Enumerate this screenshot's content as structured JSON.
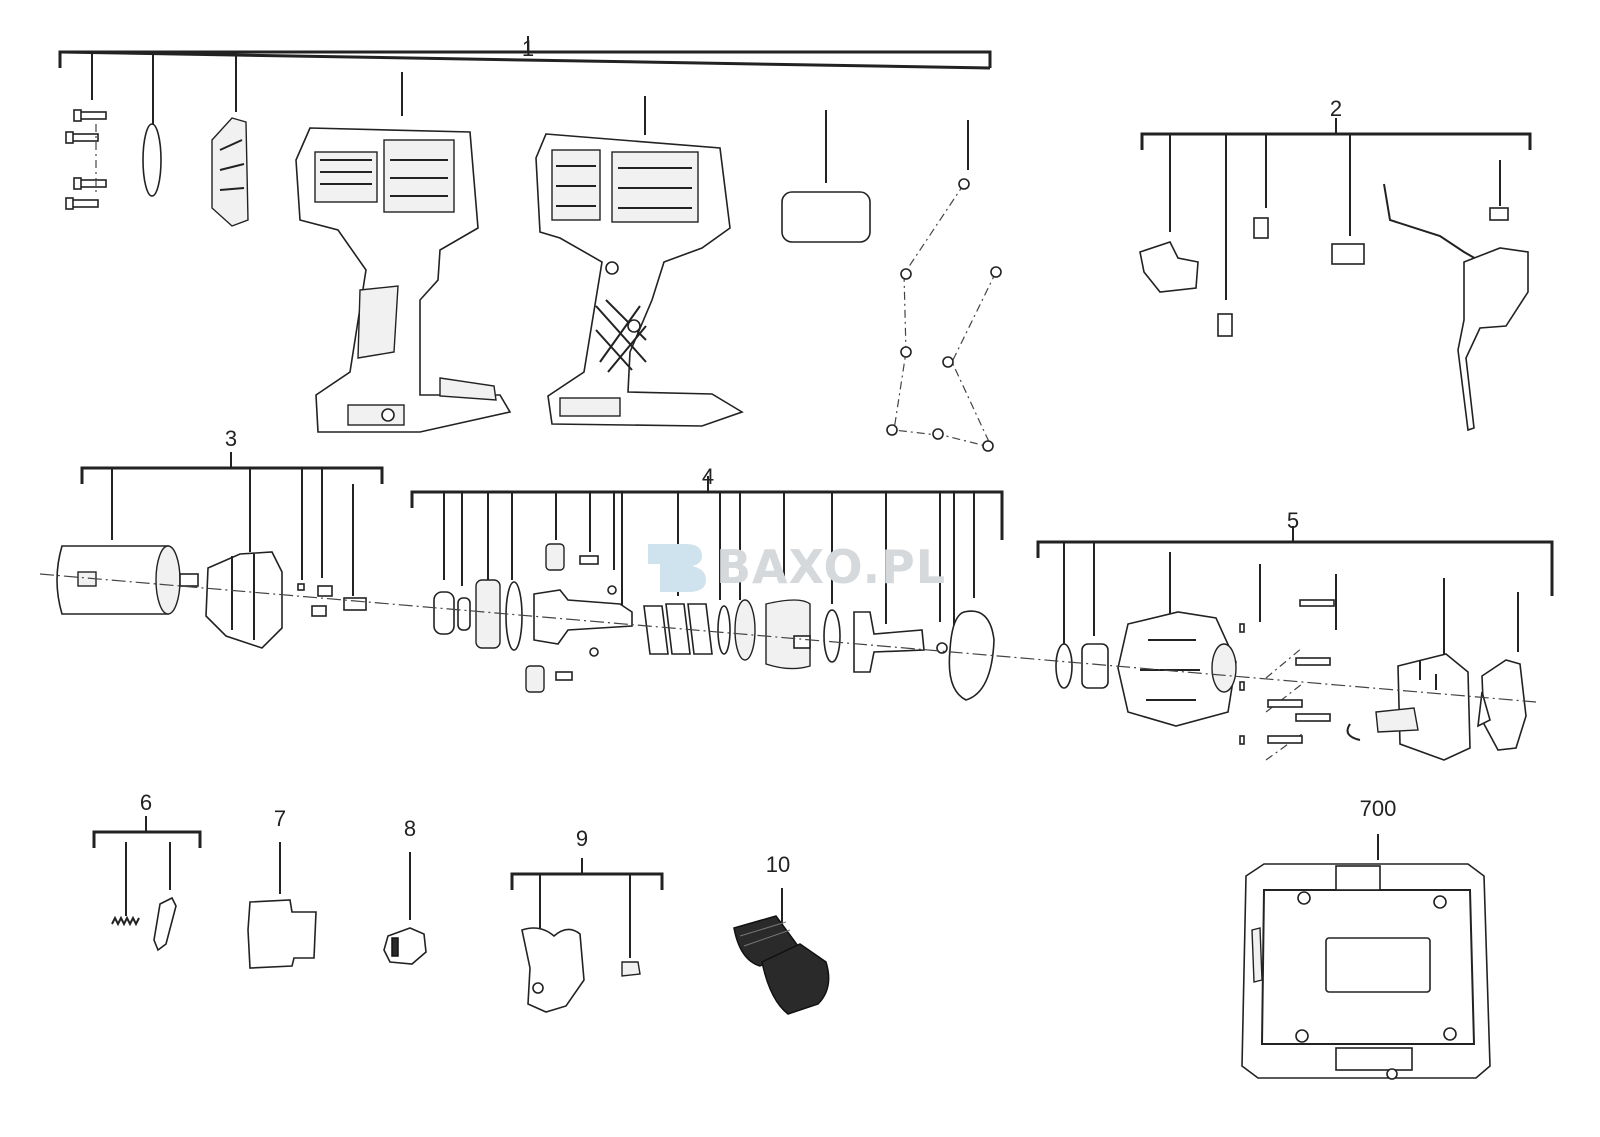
{
  "watermark": "BAXO.PL",
  "groups": [
    {
      "label": "1"
    },
    {
      "label": "2"
    },
    {
      "label": "3"
    },
    {
      "label": "4"
    },
    {
      "label": "5"
    },
    {
      "label": "6"
    },
    {
      "label": "7"
    },
    {
      "label": "8"
    },
    {
      "label": "9"
    },
    {
      "label": "10"
    },
    {
      "label": "700"
    }
  ]
}
